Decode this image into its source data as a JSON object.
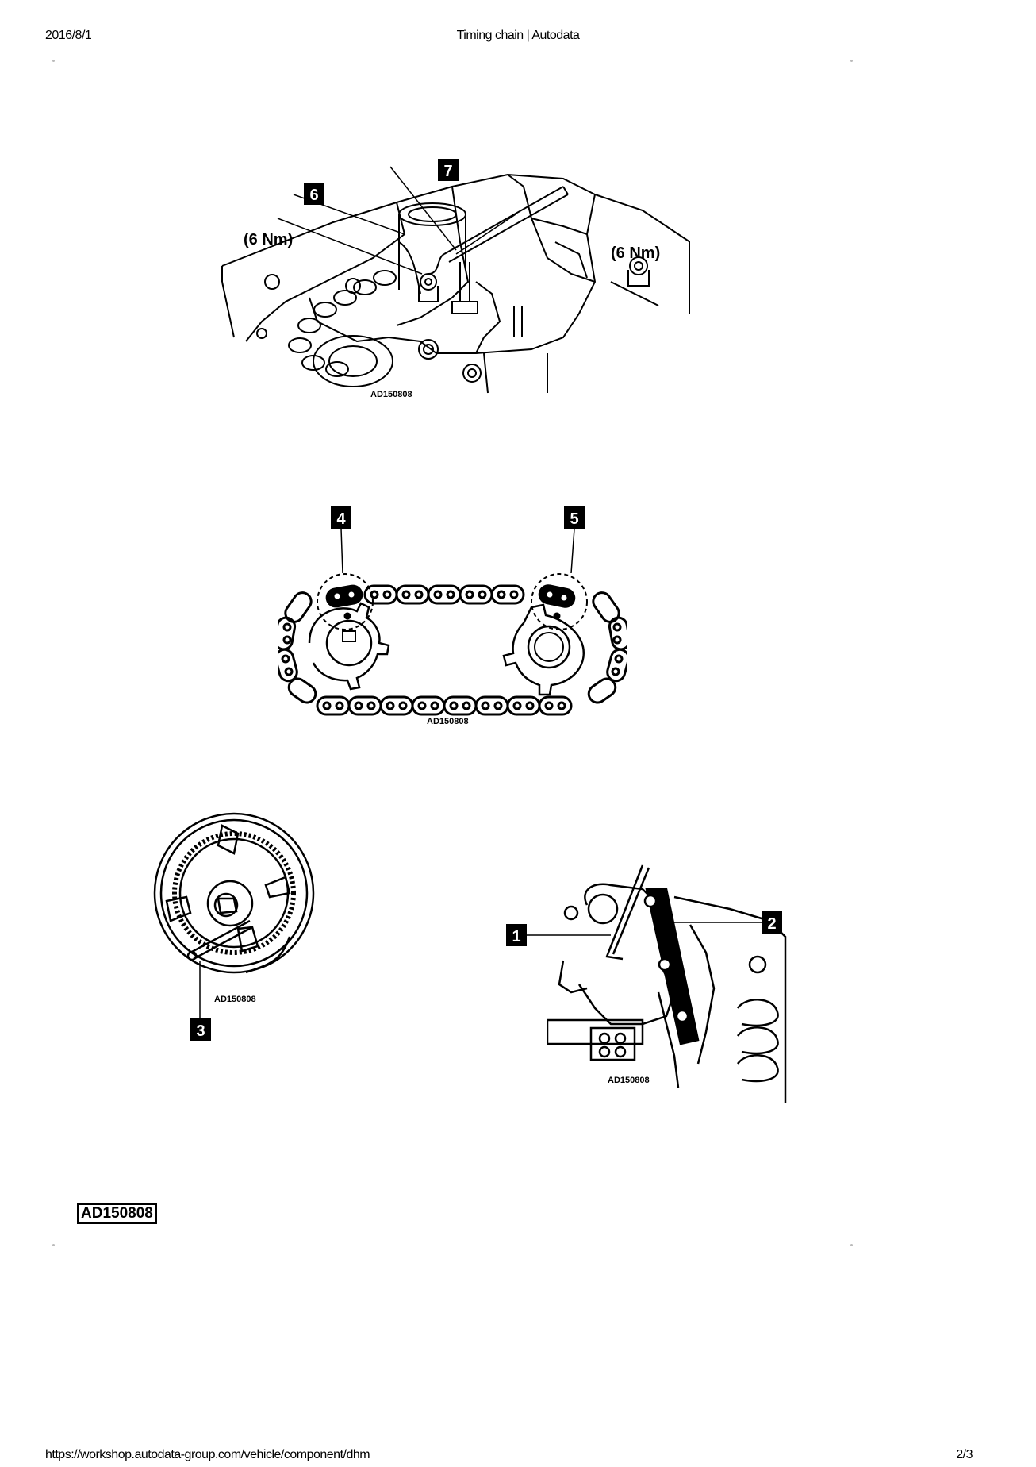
{
  "header": {
    "date": "2016/8/1",
    "title": "Timing chain | Autodata"
  },
  "footer": {
    "url": "https://workshop.autodata-group.com/vehicle/component/dhm",
    "page": "2/3"
  },
  "figures": {
    "fig1": {
      "callouts": [
        "6",
        "7"
      ],
      "torque_left": "(6 Nm)",
      "torque_right": "(6 Nm)",
      "code": "AD150808"
    },
    "fig2": {
      "callouts": [
        "4",
        "5"
      ],
      "code": "AD150808"
    },
    "fig3": {
      "callouts": [
        "3"
      ],
      "code": "AD150808"
    },
    "fig4": {
      "callouts": [
        "1",
        "2"
      ],
      "code": "AD150808"
    }
  },
  "reference_label": "AD150808"
}
